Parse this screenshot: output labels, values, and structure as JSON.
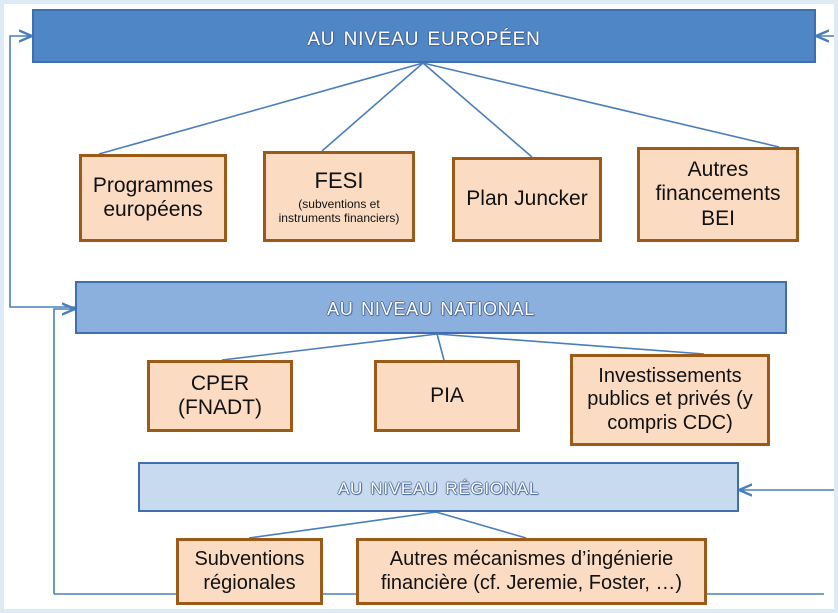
{
  "diagram": {
    "title_note": "Financing instruments by governance level",
    "colors": {
      "european_bar": "#4f86c6",
      "national_bar": "#8cb0de",
      "regional_bar": "#c8daf0",
      "bar_border": "#3f6faf",
      "node_fill": "#fbdcc3",
      "node_border": "#9b5a18",
      "connector": "#4a7ebb",
      "page_border": "#ddebf7"
    },
    "levels": [
      {
        "id": "european",
        "label": "Au niveau européen"
      },
      {
        "id": "national",
        "label": "Au niveau national"
      },
      {
        "id": "regional",
        "label": "Au niveau régional"
      }
    ],
    "european_nodes": [
      {
        "title": "Programmes européens",
        "subtitle": ""
      },
      {
        "title": "FESI",
        "subtitle": "(subventions et instruments financiers)"
      },
      {
        "title": "Plan Juncker",
        "subtitle": ""
      },
      {
        "title": "Autres financements BEI",
        "subtitle": ""
      }
    ],
    "national_nodes": [
      {
        "title": "CPER (FNADT)",
        "subtitle": ""
      },
      {
        "title": "PIA",
        "subtitle": ""
      },
      {
        "title": "Investissements publics et privés (y compris CDC)",
        "subtitle": ""
      }
    ],
    "regional_nodes": [
      {
        "title": "Subventions régionales",
        "subtitle": ""
      },
      {
        "title": "Autres mécanismes d’ingénierie financière (cf. Jeremie, Foster, …)",
        "subtitle": ""
      }
    ]
  }
}
